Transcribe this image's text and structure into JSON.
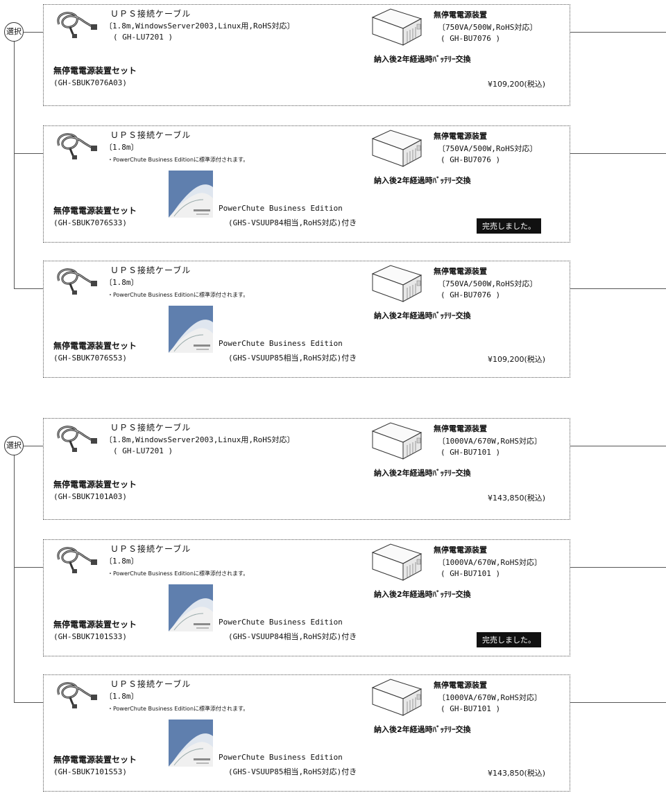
{
  "labels": {
    "select": "選択",
    "set_title": "無停電電源装置セット",
    "cable_title": "ＵＰＳ接続ケーブル",
    "ups_title": "無停電電源装置",
    "battery": "納入後2年経過時ﾊﾞｯﾃﾘｰ交換",
    "note": "・PowerChute Business Editionに標準添付されます。",
    "sw_name": "PowerChute Business Edition",
    "soldout": "完売しました。"
  },
  "sets": [
    {
      "rows": [
        {
          "cable_spec": "〔1.8m,WindowsServer2003,Linux用,RoHS対応〕",
          "cable_model": "( GH-LU7201 )",
          "ups_spec": "〔750VA/500W,RoHS対応〕",
          "ups_model": "( GH-BU7076 )",
          "set_model": "(GH-SBUK7076A03)",
          "price": "¥109,200(税込)"
        },
        {
          "cable_spec": "〔1.8m〕",
          "sw_spec": "(GHS-VSUUP84相当,RoHS対応)付き",
          "ups_spec": "〔750VA/500W,RoHS対応〕",
          "ups_model": "( GH-BU7076 )",
          "set_model": "(GH-SBUK7076S33)",
          "soldout": true
        },
        {
          "cable_spec": "〔1.8m〕",
          "sw_spec": "(GHS-VSUUP85相当,RoHS対応)付き",
          "ups_spec": "〔750VA/500W,RoHS対応〕",
          "ups_model": "( GH-BU7076 )",
          "set_model": "(GH-SBUK7076S53)",
          "price": "¥109,200(税込)"
        }
      ]
    },
    {
      "rows": [
        {
          "cable_spec": "〔1.8m,WindowsServer2003,Linux用,RoHS対応〕",
          "cable_model": "( GH-LU7201 )",
          "ups_spec": "〔1000VA/670W,RoHS対応〕",
          "ups_model": "( GH-BU7101 )",
          "set_model": "(GH-SBUK7101A03)",
          "price": "¥143,850(税込)"
        },
        {
          "cable_spec": "〔1.8m〕",
          "sw_spec": "(GHS-VSUUP84相当,RoHS対応)付き",
          "ups_spec": "〔1000VA/670W,RoHS対応〕",
          "ups_model": "( GH-BU7101 )",
          "set_model": "(GH-SBUK7101S33)",
          "soldout": true
        },
        {
          "cable_spec": "〔1.8m〕",
          "sw_spec": "(GHS-VSUUP85相当,RoHS対応)付き",
          "ups_spec": "〔1000VA/670W,RoHS対応〕",
          "ups_model": "( GH-BU7101 )",
          "set_model": "(GH-SBUK7101S53)",
          "price": "¥143,850(税込)"
        }
      ]
    }
  ]
}
